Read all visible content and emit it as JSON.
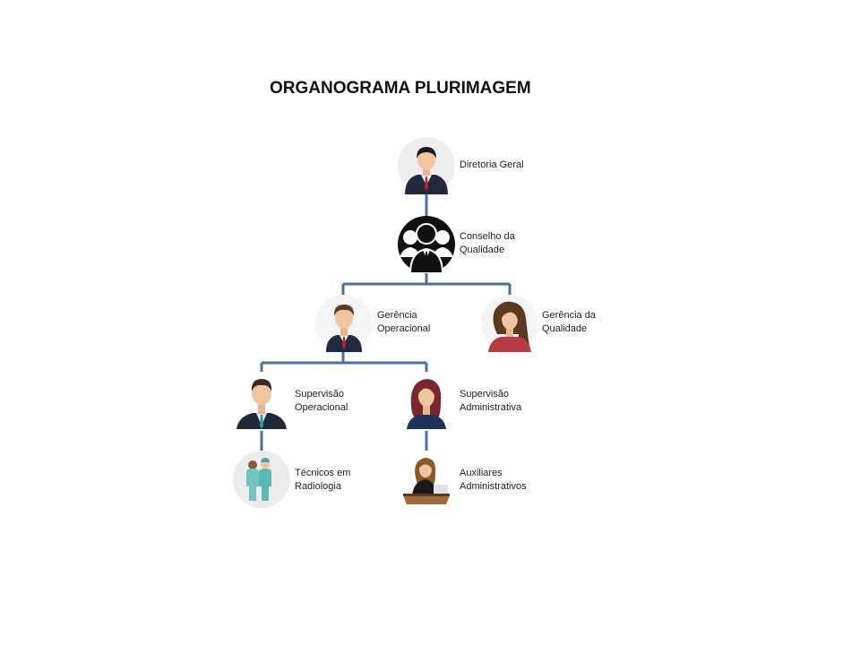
{
  "title": "ORGANOGRAMA PLURIMAGEM",
  "colors": {
    "connector": "#4a6fa5",
    "text": "#222222"
  },
  "nodes": [
    {
      "id": "diretoria",
      "label": "Diretoria Geral",
      "icon": "businessman-icon"
    },
    {
      "id": "conselho",
      "label": "Conselho da\nQualidade",
      "icon": "group-icon"
    },
    {
      "id": "gerencia-operacional",
      "label": "Gerência\nOperacional",
      "icon": "manager-man-icon"
    },
    {
      "id": "gerencia-qualidade",
      "label": "Gerência da\nQualidade",
      "icon": "manager-woman-icon"
    },
    {
      "id": "supervisao-operacional",
      "label": "Supervisão\nOperacional",
      "icon": "supervisor-man-icon"
    },
    {
      "id": "supervisao-administrativa",
      "label": "Supervisão\nAdministrativa",
      "icon": "supervisor-woman-icon"
    },
    {
      "id": "tecnicos",
      "label": "Técnicos em\nRadiologia",
      "icon": "medical-staff-icon"
    },
    {
      "id": "auxiliares",
      "label": "Auxiliares\nAdministrativos",
      "icon": "receptionist-icon"
    }
  ]
}
